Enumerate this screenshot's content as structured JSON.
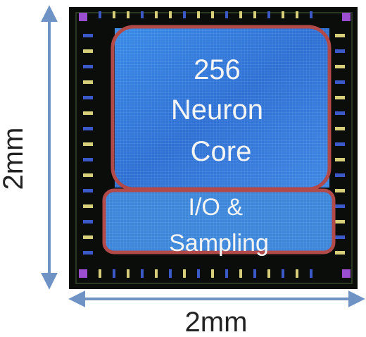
{
  "diagram": {
    "height_label": "2mm",
    "width_label": "2mm",
    "core_label_lines": [
      "256",
      "Neuron",
      "Core"
    ],
    "io_label_lines": [
      "I/O &",
      "Sampling"
    ]
  },
  "colors": {
    "die": "#0b0d0a",
    "core_fill": "#2f76d6",
    "io_fill": "#3d86da",
    "highlight": "#b24a4a",
    "dimension_arrow": "#6f93c5",
    "pad_gold": "#d8cf7a",
    "pad_blue": "#3b59c8",
    "corner_pad": "#9b4fd0"
  }
}
